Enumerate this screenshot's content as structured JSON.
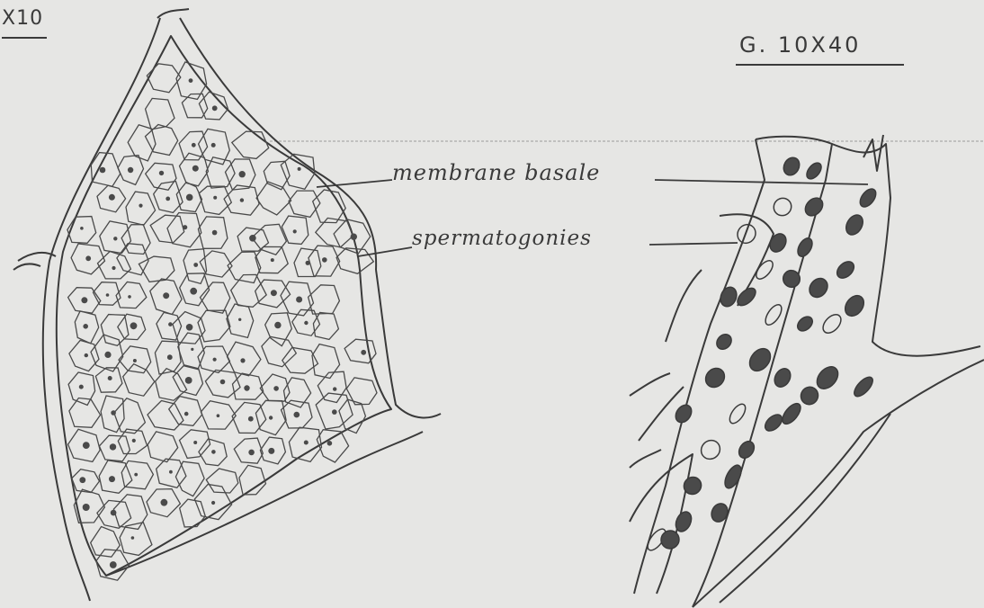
{
  "labels": {
    "magnification_left": "X10",
    "magnification_right": "G. 10X40",
    "membrane": "membrane basale",
    "spermatogonies": "spermatogonies"
  },
  "colors": {
    "paper": "#e6e6e4",
    "pencil": "#3a3a3a",
    "nucleus": "#4a4a4a"
  }
}
